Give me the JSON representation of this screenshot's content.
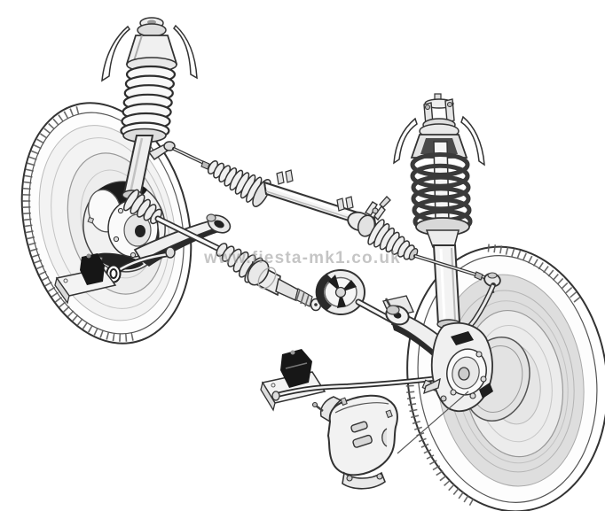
{
  "watermark": {
    "text": "www.fiesta-mk1.co.uk"
  },
  "colors": {
    "background": "#ffffff",
    "line_ink": "#2e2e2e",
    "shade_light": "#ececec",
    "shade_mid": "#d6d6d6",
    "shade_dark": "#1a1a1a",
    "watermark": "#979797"
  },
  "illustration": {
    "type": "technical-cutaway-line-art",
    "subject_parts": [
      "left-front-wheel-tire",
      "left-macpherson-strut",
      "left-coil-spring",
      "left-brake-hub-assembly",
      "left-lower-control-arm",
      "anti-roll-bar-left-segment",
      "anti-roll-bar-mount-bracket-left",
      "anti-roll-bar-mount-bracket-center",
      "anti-roll-bar-right-segment",
      "steering-rack-tube",
      "rack-gaiter-left",
      "rack-gaiter-right",
      "rack-mount-clamps",
      "pinion-universal-joint",
      "tie-rod-left",
      "tie-rod-right",
      "tie-rod-end",
      "driveshaft",
      "cv-joint-outer-boot",
      "cv-joint-cutaway-inner",
      "right-macpherson-strut",
      "right-coil-spring",
      "right-front-wheel-tire",
      "right-hub-knuckle",
      "brake-caliper-detail",
      "caliper-leader-line",
      "exploded-bolt"
    ]
  }
}
